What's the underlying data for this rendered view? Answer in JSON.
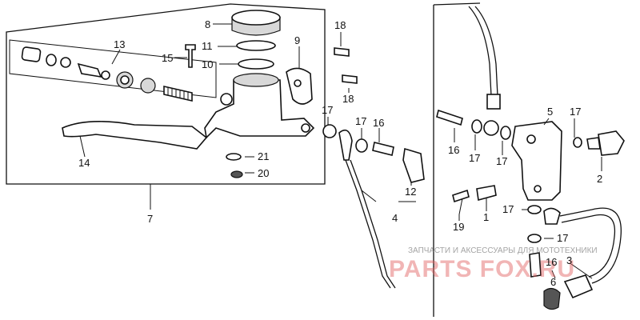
{
  "callouts": {
    "c1": "1",
    "c2": "2",
    "c3": "3",
    "c4": "4",
    "c5": "5",
    "c6": "6",
    "c7": "7",
    "c8": "8",
    "c9": "9",
    "c10": "10",
    "c11": "11",
    "c12": "12",
    "c13": "13",
    "c14": "14",
    "c15": "15",
    "c16a": "16",
    "c16b": "16",
    "c16c": "16",
    "c17a": "17",
    "c17b": "17",
    "c17c": "17",
    "c17d": "17",
    "c17e": "17",
    "c17f": "17",
    "c17g": "17",
    "c18a": "18",
    "c18b": "18",
    "c19": "19",
    "c20": "20",
    "c21": "21"
  },
  "watermark": {
    "tagline": "ЗАПЧАСТИ И АКСЕССУАРЫ ДЛЯ МОТОТЕХНИКИ",
    "brand": "PARTS FOX.RU"
  }
}
